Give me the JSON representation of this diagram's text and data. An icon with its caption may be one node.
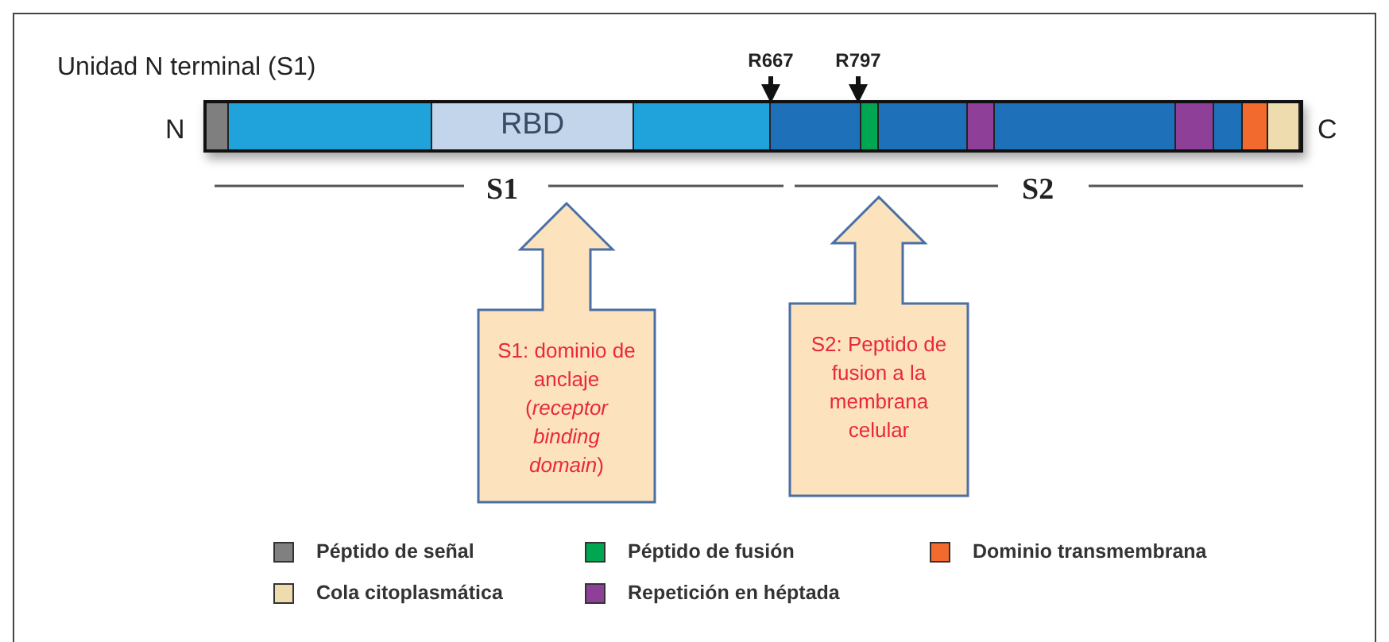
{
  "diagram": {
    "nodes": [
      {
        "text": [],
        "shape": "bar"
      },
      {
        "text": [],
        "shape": "box",
        "in": 0
      },
      {
        "text": [],
        "shape": "box",
        "in": 0
      },
      {
        "text": [
          "RBD"
        ],
        "in": 0
      },
      {
        "text": [],
        "shape": "box",
        "in": 0
      },
      {
        "text": [],
        "shape": "box",
        "in": 0
      },
      {
        "text": [],
        "shape": "box",
        "in": 0
      },
      {
        "text": [],
        "shape": "box",
        "in": 0
      },
      {
        "text": [],
        "shape": "box",
        "in": 0
      },
      {
        "text": [],
        "shape": "box",
        "in": 0
      },
      {
        "text": [],
        "shape": "box",
        "in": 0
      },
      {
        "text": [],
        "shape": "box",
        "in": 0
      },
      {
        "text": [],
        "shape": "box",
        "in": 0
      },
      {
        "text": [],
        "shape": "box",
        "in": 0
      },
      {
        "text": [
          "R667"
        ]
      },
      {
        "text": [
          "R797"
        ]
      },
      {
        "text": [
          "S1: dominio de anclaje (*receptor binding domain*)"
        ]
      },
      {
        "text": [
          "S2: Peptido de fusion a la membrana celular"
        ]
      }
    ],
    "edges": [
      {
        "from": 14,
        "to": 0,
        "arrow": "to"
      },
      {
        "from": 15,
        "to": 0,
        "arrow": "to"
      }
    ],
    "labels": [
      "Unidad N terminal (S1)",
      "N",
      "C",
      "S1",
      "S2"
    ],
    "legend": [
      {
        "text": "Péptido de señal",
        "color": "#808080"
      },
      {
        "text": "Péptido de fusión",
        "color": "#00a651"
      },
      {
        "text": "Dominio transmembrana",
        "color": "#f26a2e"
      },
      {
        "text": "Cola citoplasmática",
        "color": "#efdcae"
      },
      {
        "text": "Repetición en héptada",
        "color": "#8e3f98"
      }
    ]
  }
}
